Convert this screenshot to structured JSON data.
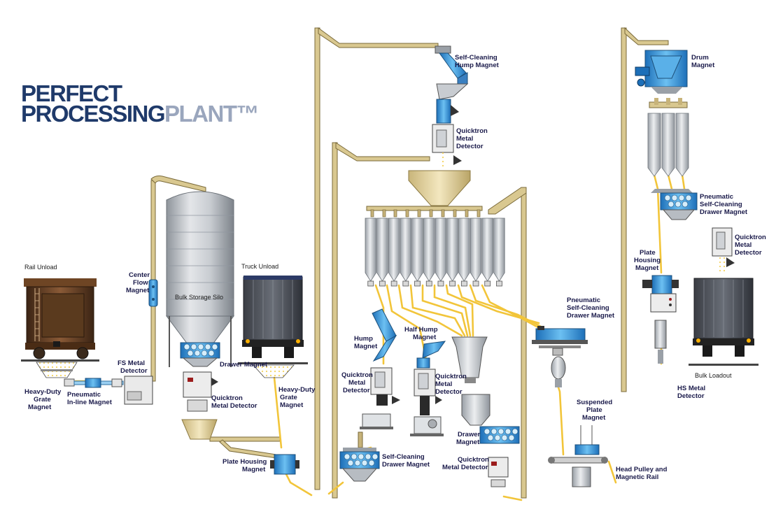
{
  "title": {
    "line1": "PERFECT",
    "line2_a": "PROCESSING",
    "line2_b": "PLANT™"
  },
  "colors": {
    "title_dark": "#1f3a6a",
    "title_light": "#9aa6bd",
    "pipe": "#c7b37a",
    "product_flow": "#f2c53a",
    "magnet_blue": "#2f8fd6",
    "silo_grey": "#b8bcc2",
    "label": "#1a1a4a"
  },
  "labels": {
    "rail_unload": "Rail Unload",
    "truck_unload": "Truck Unload",
    "center_flow": [
      "Center",
      "Flow",
      "Magnet"
    ],
    "bulk_storage_silo": "Bulk Storage Silo",
    "heavy_duty_grate_left": [
      "Heavy-Duty",
      "Grate",
      "Magnet"
    ],
    "pneumatic_inline": [
      "Pneumatic",
      "In-line Magnet"
    ],
    "fs_metal_detector": [
      "FS Metal",
      "Detector"
    ],
    "drawer_magnet_1": "Drawer Magnet",
    "quicktron_1": [
      "Quicktron",
      "Metal Detector"
    ],
    "heavy_duty_grate_right": [
      "Heavy-Duty",
      "Grate",
      "Magnet"
    ],
    "plate_housing_1": [
      "Plate Housing",
      "Magnet"
    ],
    "self_cleaning_hump": [
      "Self-Cleaning",
      "Hump Magnet"
    ],
    "quicktron_2": [
      "Quicktron",
      "Metal",
      "Detector"
    ],
    "hump_magnet": [
      "Hump",
      "Magnet"
    ],
    "half_hump_magnet": [
      "Half Hump",
      "Magnet"
    ],
    "quicktron_3": [
      "Quicktron",
      "Metal",
      "Detector"
    ],
    "quicktron_4": [
      "Quicktron",
      "Metal",
      "Detector"
    ],
    "self_cleaning_drawer": [
      "Self-Cleaning",
      "Drawer Magnet"
    ],
    "drawer_magnet_2": [
      "Drawer",
      "Magnet"
    ],
    "quicktron_5": [
      "Quicktron",
      "Metal Detector"
    ],
    "pneumatic_self_cleaning_1": [
      "Pneumatic",
      "Self-Cleaning",
      "Drawer Magnet"
    ],
    "suspended_plate": [
      "Suspended",
      "Plate",
      "Magnet"
    ],
    "head_pulley": [
      "Head Pulley and",
      "Magnetic Rail"
    ],
    "drum_magnet": [
      "Drum",
      "Magnet"
    ],
    "pneumatic_self_cleaning_2": [
      "Pneumatic",
      "Self-Cleaning",
      "Drawer Magnet"
    ],
    "quicktron_6": [
      "Quicktron",
      "Metal",
      "Detector"
    ],
    "plate_housing_2": [
      "Plate",
      "Housing",
      "Magnet"
    ],
    "bulk_loadout": "Bulk Loadout",
    "hs_metal_detector": [
      "HS Metal",
      "Detector"
    ]
  }
}
